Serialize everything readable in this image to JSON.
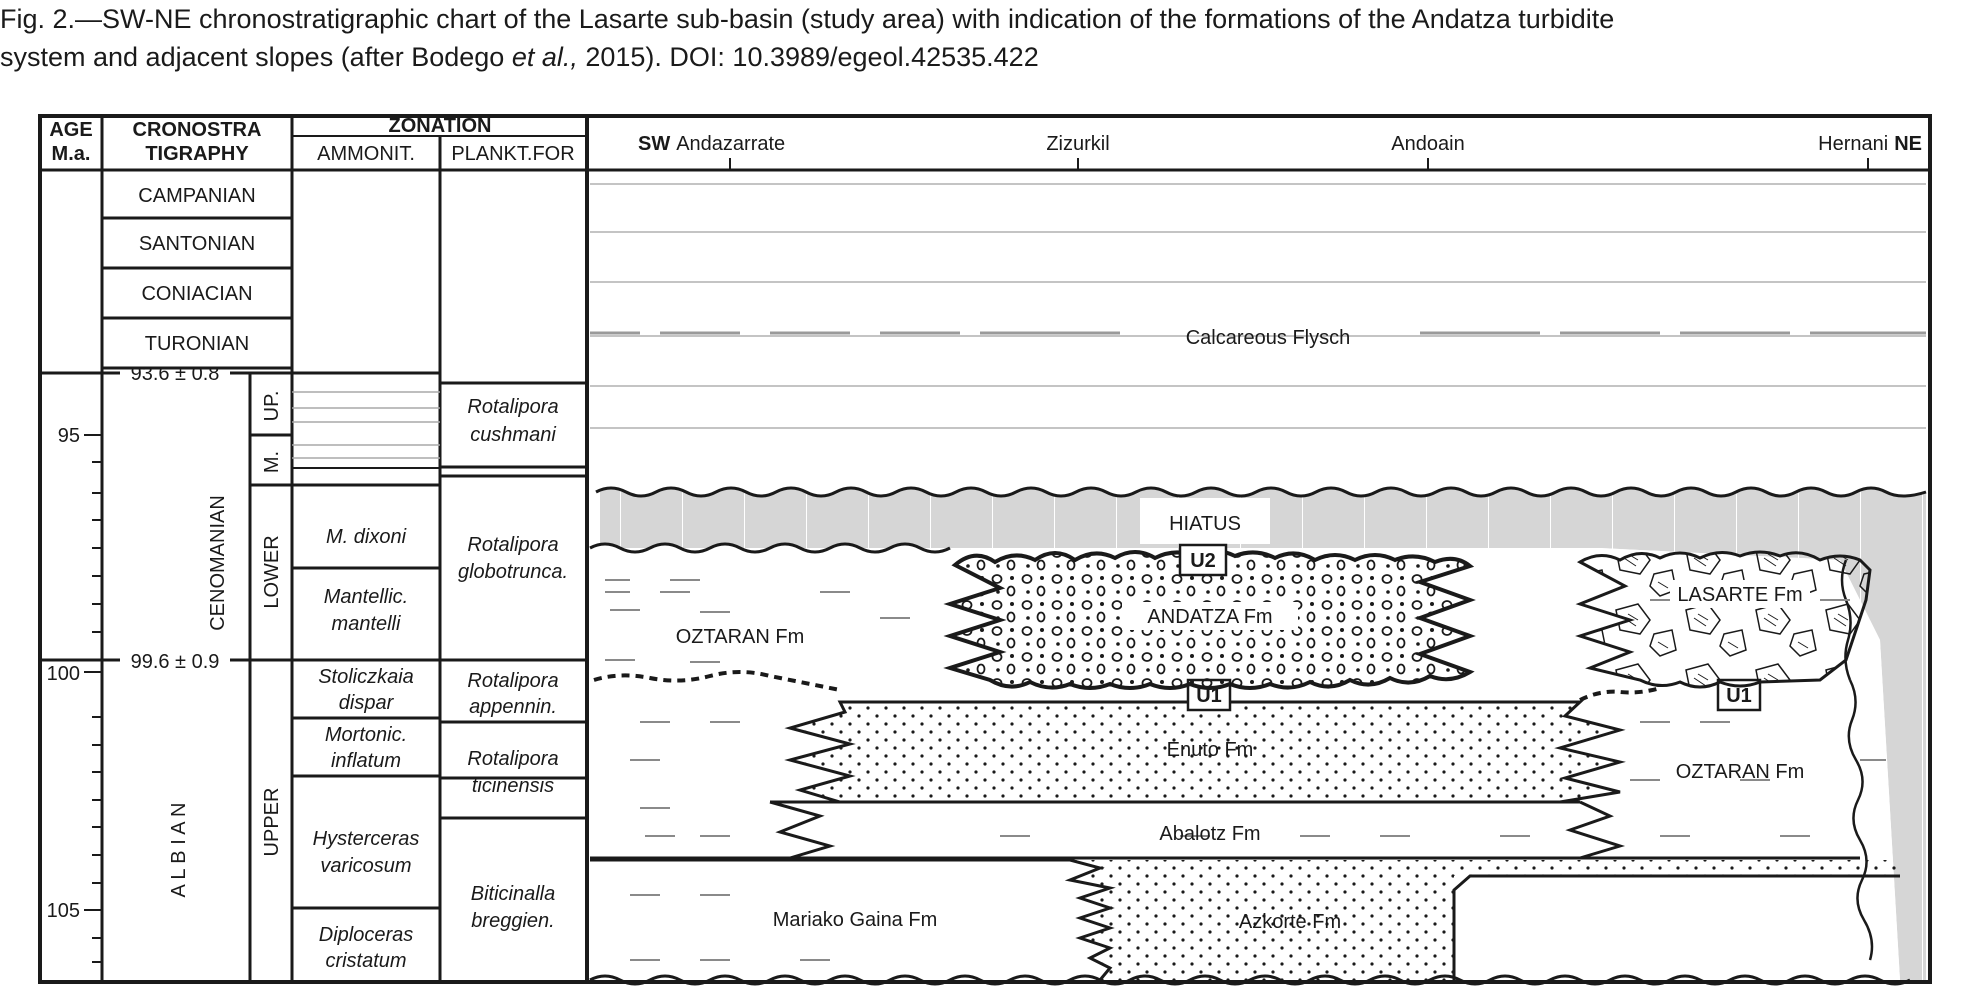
{
  "caption": {
    "line1": "Fig. 2.—SW-NE chronostratigraphic chart of the Lasarte sub-basin (study area) with indication of the formations of the Andatza turbidite",
    "line2_pre": "system and adjacent slopes (after Bodego ",
    "line2_em": "et al.,",
    "line2_post": " 2015). DOI: 10.3989/egeol.42535.422"
  },
  "headers": {
    "age1": "AGE",
    "age2": "M.a.",
    "chrono1": "CRONOSTRA",
    "chrono2": "TIGRAPHY",
    "zonation": "ZONATION",
    "ammonit": "AMMONIT.",
    "plankt": "PLANKT.FOR"
  },
  "localities": {
    "sw": "SW",
    "andazarrate": "Andazarrate",
    "zizurkil": "Zizurkil",
    "andoain": "Andoain",
    "hernani": "Hernani",
    "ne": "NE"
  },
  "ages": {
    "a95": "95",
    "a100": "100",
    "a105": "105",
    "d1": "93.6 ± 0.8",
    "d2": "99.6 ± 0.9"
  },
  "stages": {
    "campanian": "CAMPANIAN",
    "santonian": "SANTONIAN",
    "coniacian": "CONIACIAN",
    "turonian": "TURONIAN",
    "cenomanian": "CENOMANIAN",
    "albian": "A L B I A N"
  },
  "substages": {
    "up": "UP.",
    "m": "M.",
    "lower": "LOWER",
    "upper": "UPPER"
  },
  "ammonites": {
    "dixoni": "M. dixoni",
    "mantelli1": "Mantellic.",
    "mantelli2": "mantelli",
    "dispar1": "Stoliczkaia",
    "dispar2": "dispar",
    "inflatum1": "Mortonic.",
    "inflatum2": "inflatum",
    "varic1": "Hysterceras",
    "varic2": "varicosum",
    "crist1": "Diploceras",
    "crist2": "cristatum"
  },
  "forams": {
    "cush1": "Rotalipora",
    "cush2": "cushmani",
    "glob1": "Rotalipora",
    "glob2": "globotrunca.",
    "app1": "Rotalipora",
    "app2": "appennin.",
    "tic1": "Rotalipora",
    "tic2": "ticinensis",
    "bic1": "Biticinalla",
    "bic2": "breggien."
  },
  "formations": {
    "calcareous": "Calcareous Flysch",
    "hiatus": "HIATUS",
    "u2": "U2",
    "u1a": "U1",
    "u1b": "U1",
    "andatza": "ANDATZA Fm",
    "lasarte": "LASARTE Fm",
    "oztaran_w": "OZTARAN Fm",
    "oztaran_e": "OZTARAN Fm",
    "enuto": "Enuto Fm",
    "abalotz": "Abalotz Fm",
    "mariako": "Mariako Gaina Fm",
    "azkorte": "Azkorte Fm"
  },
  "colors": {
    "hiatus_fill": "#d6d6d6",
    "line": "#1a1a1a",
    "gray_line": "#9a9a9a"
  }
}
